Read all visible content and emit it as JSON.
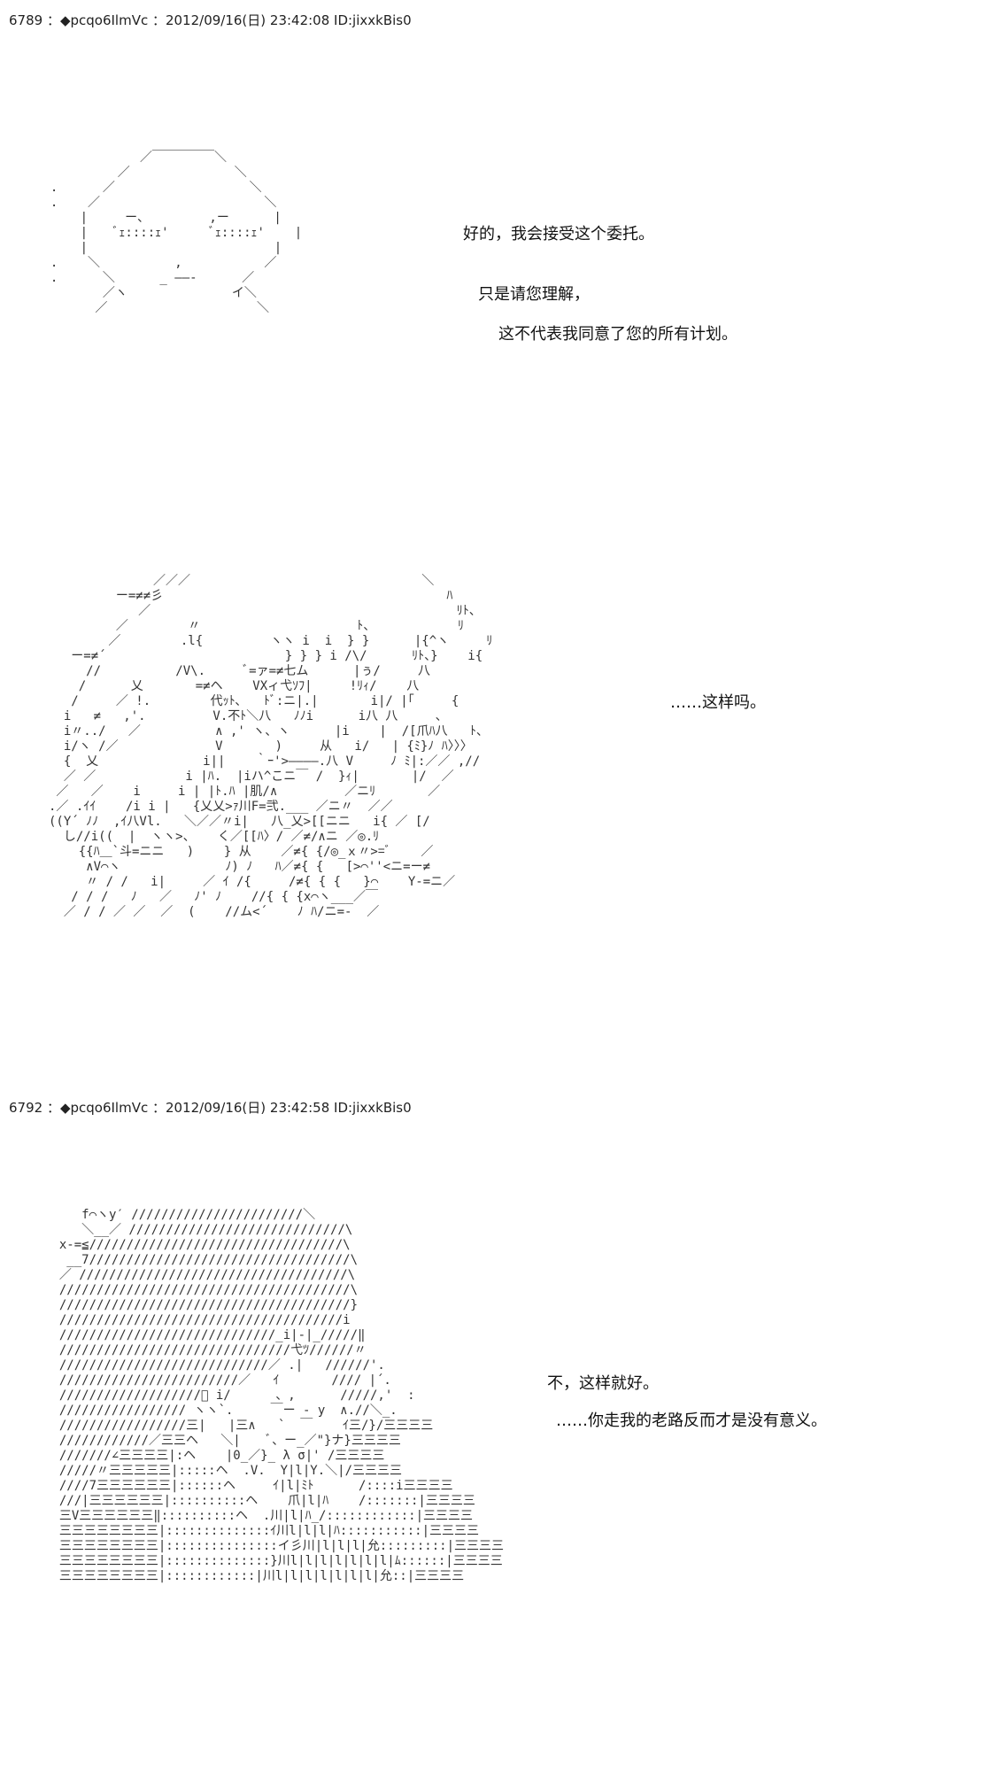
{
  "posts": [
    {
      "header": "6789 ：◆pcqo6IlmVc ：2012/09/16(日) 23:42:08 ID:jixxkBis0",
      "dialogs": [
        "好的，我会接受这个委托。",
        "只是请您理解，",
        "这不代表我同意了您的所有计划。",
        "……这样吗。"
      ]
    },
    {
      "header": "6792 ：◆pcqo6IlmVc ：2012/09/16(日) 23:42:58 ID:jixxkBis0",
      "dialogs": [
        "不，这样就好。",
        "……你走我的老路反而才是没有意义。"
      ]
    }
  ],
  "art": {
    "face": "              ／￣￣￣￣￣＼\n           ／              ＼\n  .      ／                  ＼\n  .    ／                      ＼\n      |     ー、        ,ー      |\n      |    ﾞｪ::::ｪ'      ﾞｪ::::ｪ'    |\n      |                         |\n  .    ＼          ,           ／\n  .      ＼      _ ――-      ／\n         ／ヽ              イ＼\n        ／                    ＼",
    "group": "              ／／／                               ＼\n         ー=≠≠彡                                      ﾊ\n            ／                                         ﾘﾄ、\n         ／        〃                     ﾄ、           ﾘ\n        ／        .l{         ヽヽ i  i  } }      |{^ヽ     ﾘ\n   ー=≠´                        } } } i /\\/      ﾘﾄ、}    i{\n     //          /V\\.     ﾞ=ァ=≠七ム      |ぅ/     八\n    /      乂       =≠ヘ    VXィ弋ｿﾌ|     !ﾘｨ/    八\n   /     ／ !.        代ｯﾄ､   ﾄﾞ:ニ|.|       i|/ |｢     {\n  i   ≠   ,'.         V.不ﾄ＼八   ﾉﾉi      i八 八     、\n  i〃../   ／          ∧ ,' ヽ、ヽ      |i    |  /[爪ﾊ八   ﾄ、\n  i/ヽ /／             V       )     从   i/   | {ﾐ}ﾉ ﾊ〉〉〉\n  {  乂              i||    ｀ｰ'>――――.八 V     ﾉ ﾐ|:／／ ,//\n  ／ ／            i |ﾊ.  |iハ^こニ￣ /  }ｨ|       |/  ／\n ／   ／    i     i | |ﾄ.ﾊ |肌/∧         ／ニﾘ       ／\n.／ .ｲｲ    /i i |   {乂乂>ｧ川F=弐.___ ／ニ〃  ／／\n((Y´ ﾉﾉ  ,ｲ八Vl.   ＼／／〃i|   八_乂>[[ニニ   i{ ／ [/\n  し//i((  |  ヽヽ>、   く／[[ﾊ〉/ ／≠/∧ニ ／◎.ﾘ\n    {{ﾊ＿`斗=ニニ   )    } 从    ／≠{ {/◎_ｘ〃>=ﾞ    ／\n     ∧V⌒ヽ              ﾉ) ﾉ   ﾊ／≠{ {   [>⌒''<ニ=ー≠\n     〃 / /   i|     ／ ｲ /{     /≠{ { {   }⌒    Y-=ニ／\n   / / /   ﾉ   ／   ﾉ' ﾉ    //{ { {x⌒ヽ___／￣\n  ／ / / ／ ／  ／  (    //ム<´    ﾉ ﾊ/ニ=-  ／",
    "hood": "     f⌒ヽy′ ///////////////////////＼\n     ＼__／ /////////////////////////////\\\n  x-=≦//////////////////////////////////\\\n   __7///////////////////////////////////\\\n  ／ ////////////////////////////////////\\\n  ///////////////////////////////////////\\\n  ///////////////////////////////////////}\n  //////////////////////////////////////i\n  /////////////////////////////_i|-|_/////‖\n  ///////////////////////////////弋ﾂ//////〃\n  ////////////////////////////／ .|   //////'.\n  ////////////////////////／   ｲ       //// |´.\n  ///////////////////ﾞ i/      、,      /////,'  :\n  ///////////////// ヽヽ`.     ￣ー - y  ∧.//＼_.\n  /////////////////三|   |三∧   `  ￣    ｲ三/}/三三三三\n  ////////////／三三ヘ   ＼|    ﾞ、ー_／\"}ナ}三三三三\n  ///////∠三三三三|:ヘ    |0_／}_ λ σ|' /三三三三\n  /////〃三三三三三|:::::ヘ  .V.  Y|l|Y.＼|/三三三三\n  ////7三三三三三三|::::::ヘ     ｲ|l|ﾐﾄ      /::::i三三三三\n  ///|三三三三三三|::::::::::ヘ    爪|l|ﾊ    /:::::::|三三三三\n  三V三三三三三三‖::::::::::ヘ  .川|l|ﾊ_/::::::::::::|三三三三\n  三三三三三三三三|::::::::::::::ｲ川l|l|l|ﾊ:::::::::::|三三三三\n  三三三三三三三三|:::::::::::::::イ彡川|l|l|l|允:::::::::|三三三三\n  三三三三三三三三|::::::::::::::}川l|l|l|l|l|l|l|ﾑ::::::|三三三三\n  三三三三三三三三|::::::::::::|川l|l|l|l|l|l|l|允::|三三三三"
  }
}
